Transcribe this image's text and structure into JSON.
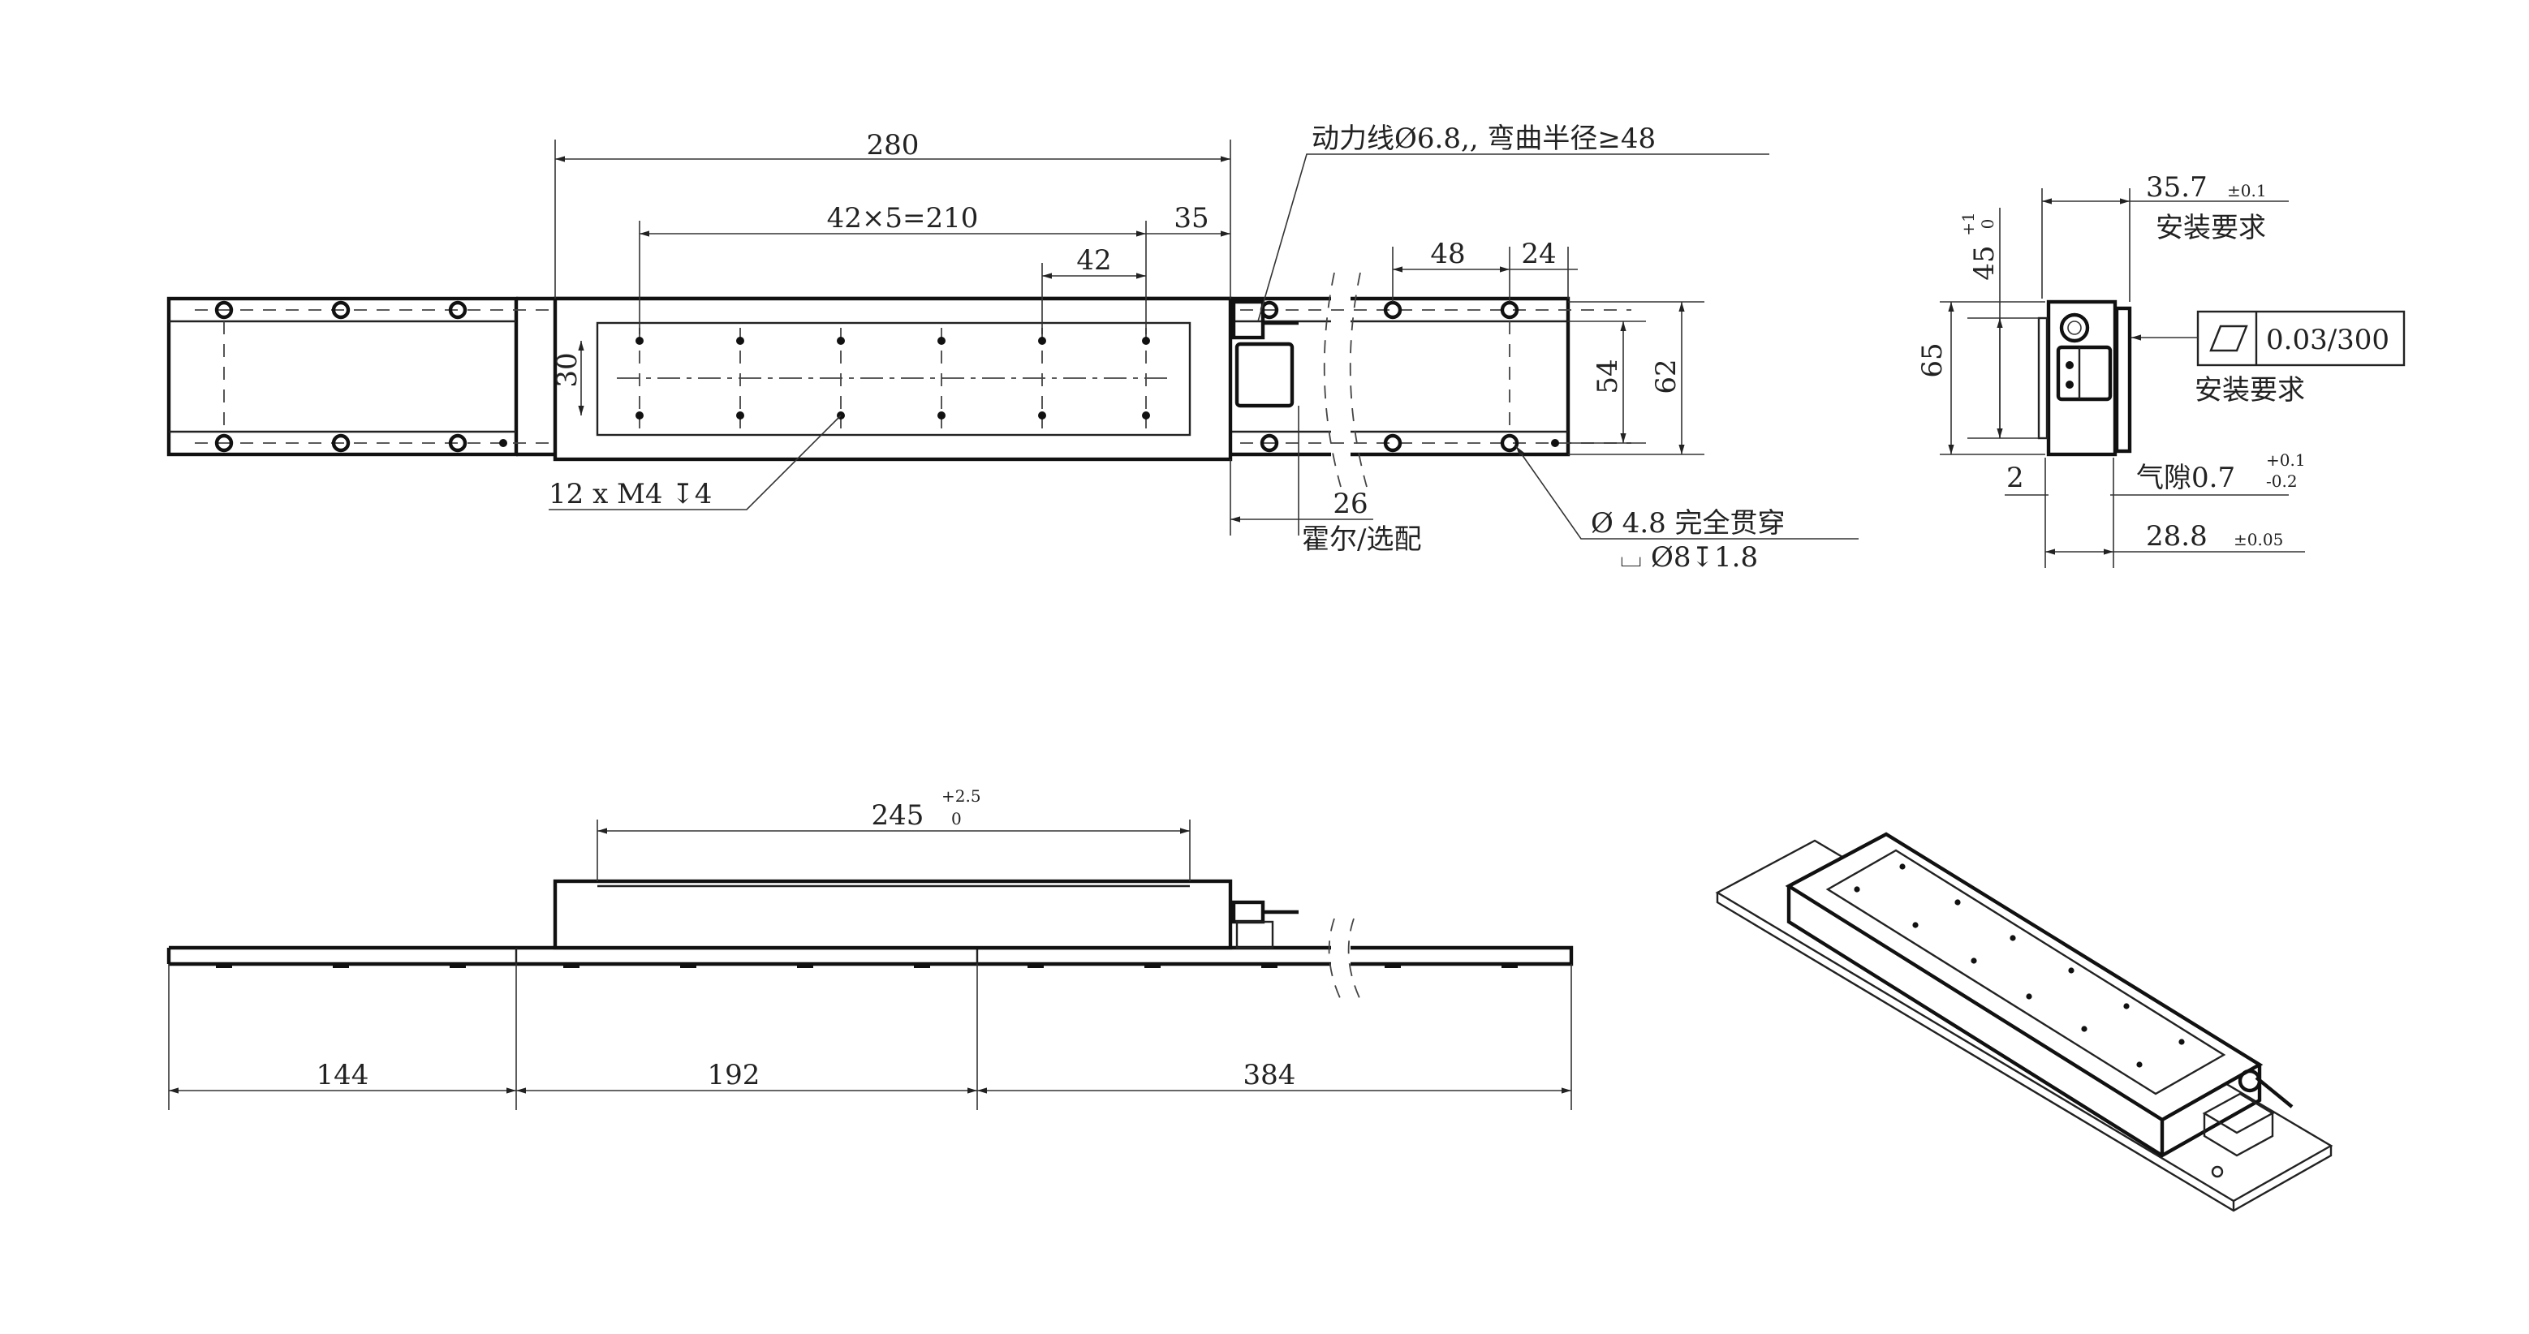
{
  "top_view": {
    "dim_280": "280",
    "dim_pitch": "42×5=210",
    "dim_35": "35",
    "dim_42": "42",
    "dim_48": "48",
    "dim_24": "24",
    "dim_54": "54",
    "dim_62": "62",
    "dim_30": "30",
    "dim_26": "26",
    "cable_note": "动力线Ø6.8,, 弯曲半径≥48",
    "thread_note": "12 x  M4 ↧4",
    "hall_note": "霍尔/选配",
    "through_hole_note": "Ø 4.8 完全贯穿",
    "counterbore_note": "⌴ Ø8↧1.8"
  },
  "end_view": {
    "dim_35_7": "35.7",
    "tol_35_7": "±0.1",
    "install_req_1": "安装要求",
    "dim_45": "45",
    "tol_45_upper": "+1",
    "tol_45_lower": "0",
    "dim_65": "65",
    "dim_2": "2",
    "air_gap": "气隙0.7",
    "air_gap_upper": "+0.1",
    "air_gap_lower": "-0.2",
    "dim_28_8": "28.8",
    "tol_28_8": "±0.05",
    "fcf_symbol": "parallelogram-flatness",
    "fcf_value": "0.03/300",
    "install_req_2": "安装要求"
  },
  "front_view": {
    "dim_245": "245",
    "tol_245_upper": "+2.5",
    "tol_245_lower": "0",
    "dim_144": "144",
    "dim_192": "192",
    "dim_384": "384"
  }
}
